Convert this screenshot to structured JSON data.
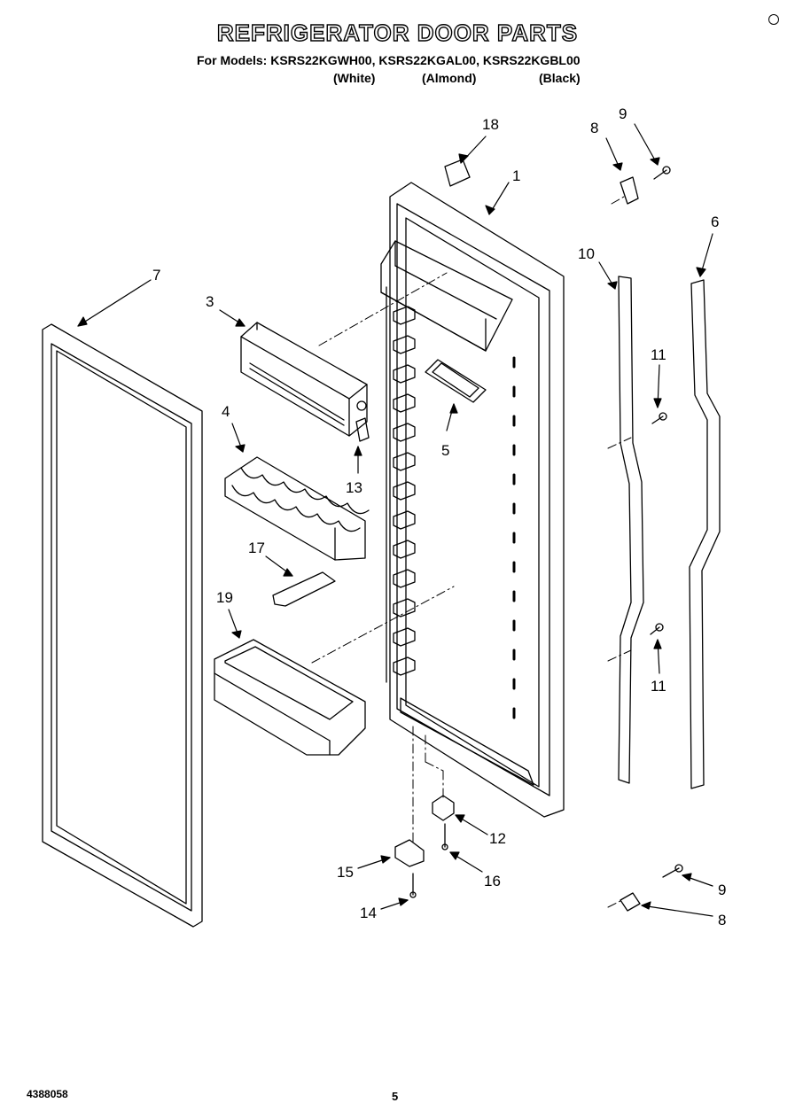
{
  "header": {
    "title": "REFRIGERATOR DOOR PARTS",
    "models_line": "For Models: KSRS22KGWH00, KSRS22KGAL00, KSRS22KGBL00",
    "variants": [
      "(White)",
      "(Almond)",
      "(Black)"
    ]
  },
  "callouts": {
    "c1": "1",
    "c3": "3",
    "c4": "4",
    "c5": "5",
    "c6": "6",
    "c7": "7",
    "c8a": "8",
    "c8b": "8",
    "c9a": "9",
    "c9b": "9",
    "c10": "10",
    "c11a": "11",
    "c11b": "11",
    "c12": "12",
    "c13": "13",
    "c14": "14",
    "c15": "15",
    "c16": "16",
    "c17": "17",
    "c18": "18",
    "c19": "19"
  },
  "footer": {
    "doc_number": "4388058",
    "page_number": "5"
  }
}
